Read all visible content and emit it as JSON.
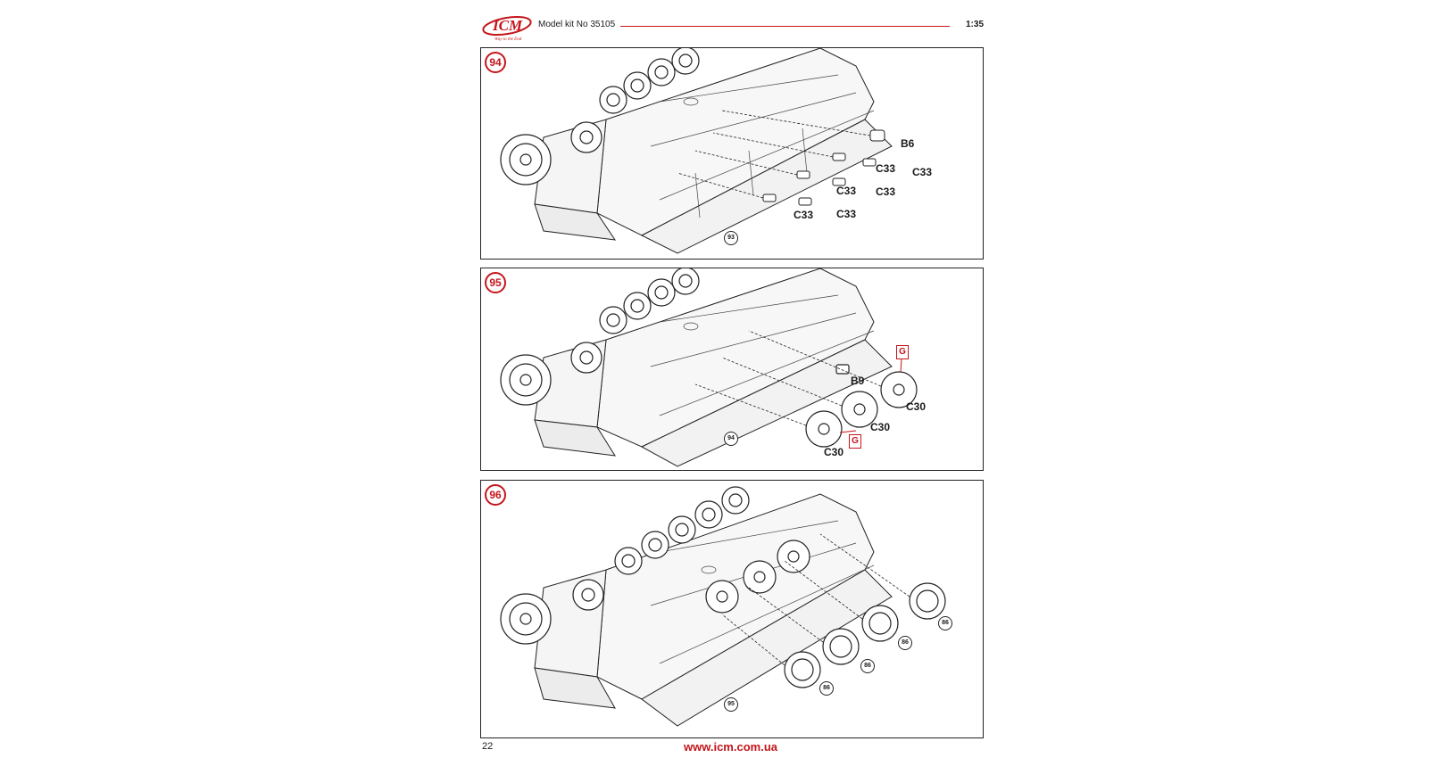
{
  "header": {
    "brand": "ICM",
    "tagline": "Way to the End",
    "kit": "Model kit No 35105",
    "scale": "1:35"
  },
  "steps": [
    {
      "number": "94",
      "labels": [
        "B6",
        "C33",
        "C33",
        "C33",
        "C33",
        "C33",
        "C33"
      ],
      "ref": "93"
    },
    {
      "number": "95",
      "labels": [
        "B9",
        "C30",
        "C30",
        "C30"
      ],
      "marks": [
        "G",
        "G"
      ],
      "ref": "94"
    },
    {
      "number": "96",
      "refs": [
        "86",
        "86",
        "86",
        "86",
        "86"
      ],
      "ref": "95"
    }
  ],
  "colors": {
    "accent": "#c4161c",
    "line": "#222222"
  },
  "footer": {
    "page": "22",
    "url": "www.icm.com.ua"
  }
}
